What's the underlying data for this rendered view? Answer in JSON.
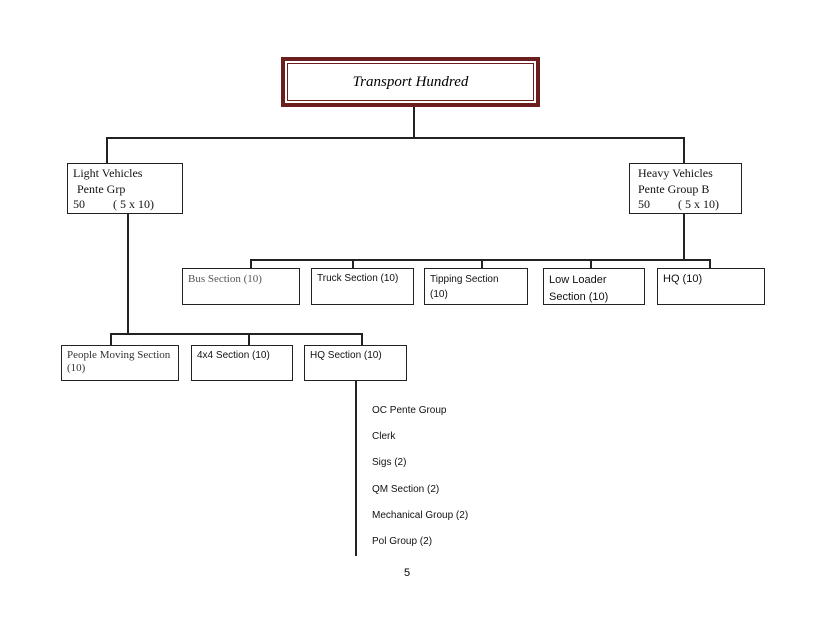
{
  "title": "Transport Hundred",
  "light_vehicles": {
    "line1": "Light Vehicles",
    "line2": "Pente Grp",
    "count": "50",
    "breakdown": "( 5 x 10)"
  },
  "heavy_vehicles": {
    "line1": "Heavy Vehicles",
    "line2": "Pente Group B",
    "count": "50",
    "breakdown": "( 5 x 10)"
  },
  "heavy_sections": [
    {
      "line1": "Bus  Section (10)",
      "line2": ""
    },
    {
      "line1": "Truck Section (10)",
      "line2": ""
    },
    {
      "line1": "Tipping  Section",
      "line2": "(10)"
    },
    {
      "line1": "Low Loader",
      "line2": "Section   (10)"
    },
    {
      "line1": "HQ  (10)",
      "line2": ""
    }
  ],
  "light_sections": [
    {
      "line1": "People  Moving Section",
      "line2": "(10)"
    },
    {
      "line1": "4x4 Section (10)",
      "line2": ""
    },
    {
      "line1": "HQ Section  (10)",
      "line2": ""
    }
  ],
  "hq_members": [
    "OC Pente Group",
    "Clerk",
    "Sigs (2)",
    "QM Section (2)",
    "Mechanical Group (2)",
    "Pol Group (2)"
  ],
  "page_number": "5",
  "colors": {
    "title_border": "#6b1e1e"
  }
}
